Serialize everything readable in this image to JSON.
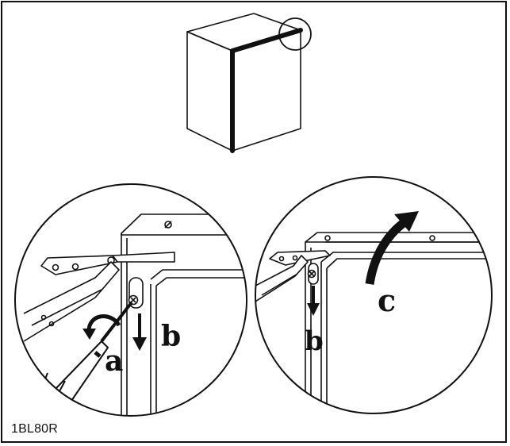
{
  "figure": {
    "code": "1BL80R",
    "labels": {
      "a": "a",
      "b_left": "b",
      "b_right": "b",
      "c": "c"
    }
  },
  "colors": {
    "ink": "#111111",
    "paper": "#ffffff"
  }
}
